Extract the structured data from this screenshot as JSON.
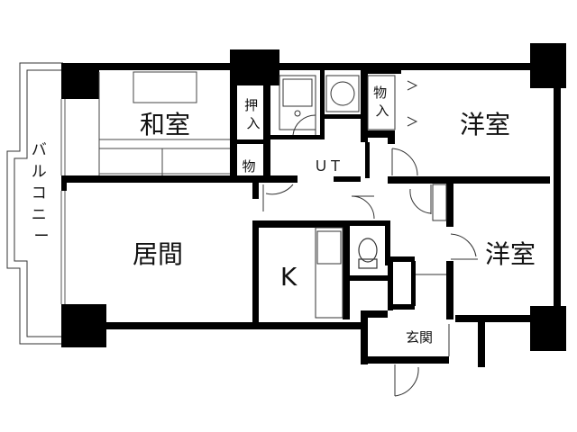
{
  "rooms": {
    "washitsu": "和室",
    "yoshitsu_top": "洋室",
    "yoshitsu_right": "洋室",
    "living": "居間",
    "kitchen": "K",
    "ut": "ＵＴ",
    "genkan": "玄関",
    "balcony": "バルコニー",
    "oshiire": "押入",
    "mono_small": "物",
    "mono_ire": "物入"
  }
}
